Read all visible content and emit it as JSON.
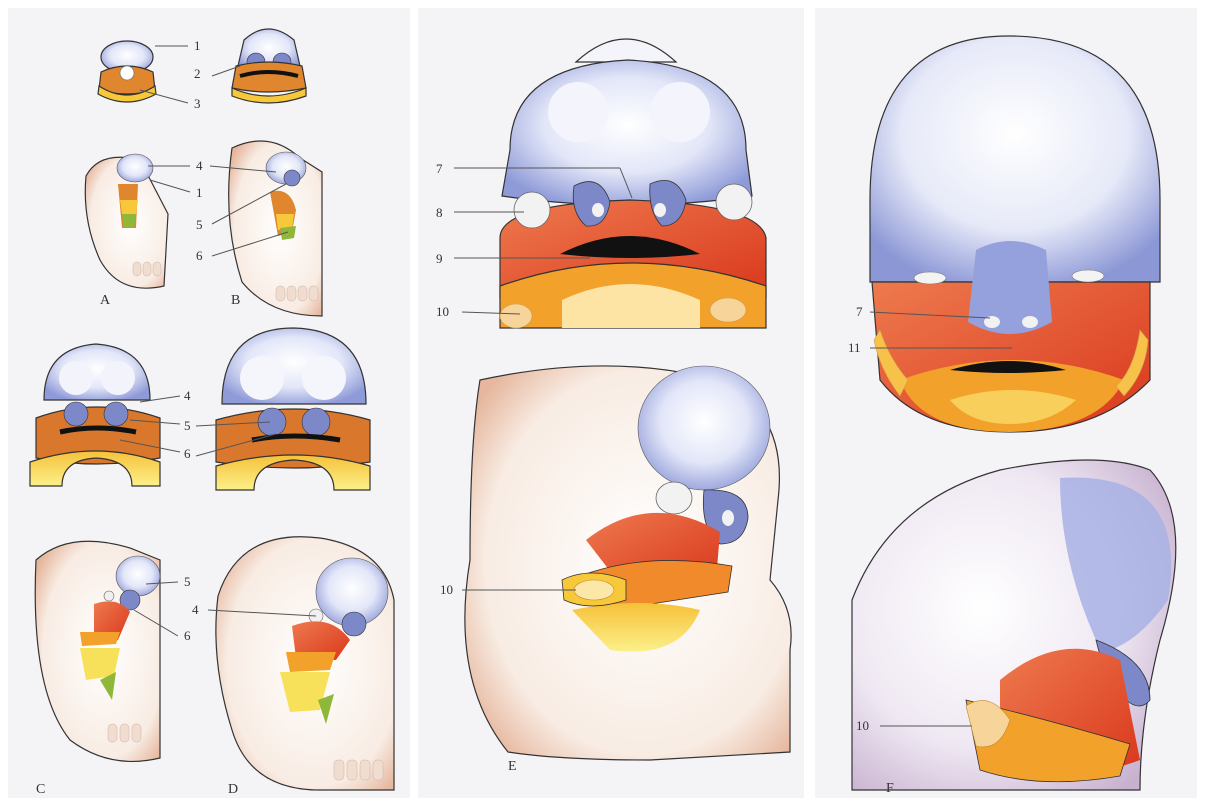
{
  "panels": {
    "A": {
      "letter": "A"
    },
    "B": {
      "letter": "B"
    },
    "C": {
      "letter": "C"
    },
    "D": {
      "letter": "D"
    },
    "E": {
      "letter": "E"
    },
    "F": {
      "letter": "F"
    }
  },
  "labels": {
    "n1": "1",
    "n2": "2",
    "n3": "3",
    "n4": "4",
    "n5": "5",
    "n6": "6",
    "n7": "7",
    "n8": "8",
    "n9": "9",
    "n10": "10",
    "n11": "11"
  },
  "colors": {
    "frontonasal": "#a9b3e6",
    "maxillary": "#e2562c",
    "mandibular": "#f2a12a",
    "hyoid": "#f2d23a",
    "skin": "#f5e4d8",
    "eye": "#f0f0f0",
    "mouth": "#1a1a1a"
  }
}
